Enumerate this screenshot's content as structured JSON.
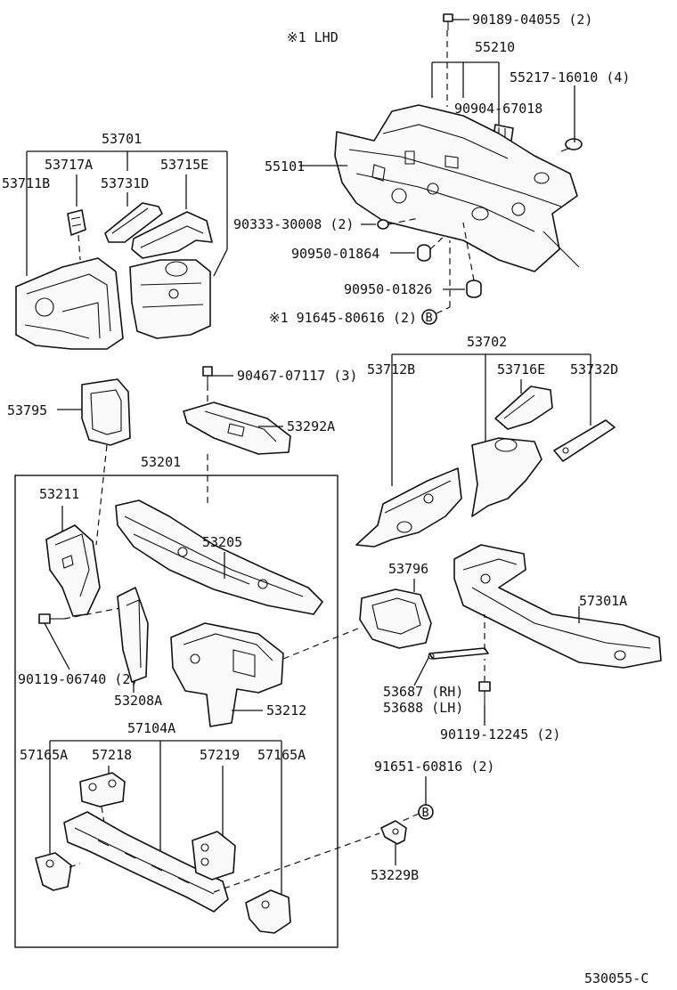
{
  "header": {
    "note": "※1 LHD"
  },
  "footer": {
    "code": "530055-C"
  },
  "marker_letter": "B",
  "labels": {
    "p_90189": "90189-04055 (2)",
    "p_55210": "55210",
    "p_55217": "55217-16010 (4)",
    "p_90904": "90904-67018",
    "p_55101": "55101",
    "p_90333": "90333-30008 (2)",
    "p_90950a": "90950-01864",
    "p_90950b": "90950-01826",
    "p_91645": "※1 91645-80616 (2)",
    "p_53701": "53701",
    "p_53717A": "53717A",
    "p_53715E": "53715E",
    "p_53711B": "53711B",
    "p_53731D": "53731D",
    "p_90467": "90467-07117 (3)",
    "p_53795": "53795",
    "p_53292A": "53292A",
    "p_53201": "53201",
    "p_53211": "53211",
    "p_53205": "53205",
    "p_90119a": "90119-06740 (2)",
    "p_53208A": "53208A",
    "p_53212": "53212",
    "p_53702": "53702",
    "p_53712B": "53712B",
    "p_53716E": "53716E",
    "p_53732D": "53732D",
    "p_53796": "53796",
    "p_57301A": "57301A",
    "p_53687": "53687 (RH)",
    "p_53688": "53688 (LH)",
    "p_90119b": "90119-12245 (2)",
    "p_57104A": "57104A",
    "p_57165A_l": "57165A",
    "p_57218": "57218",
    "p_57219": "57219",
    "p_57165A_r": "57165A",
    "p_91651": "91651-60816 (2)",
    "p_53229B": "53229B"
  }
}
